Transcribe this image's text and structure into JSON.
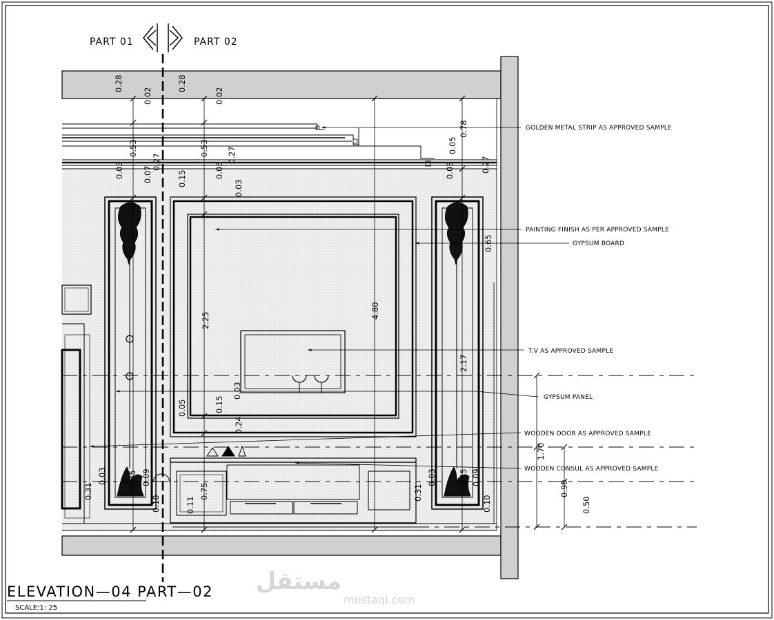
{
  "drawing": {
    "title": "ELEVATION—04 PART—02",
    "scale": "SCALE:1: 25",
    "part_left": "PART 01",
    "part_right": "PART 02"
  },
  "annotations": [
    "GOLDEN METAL STRIP AS APPROVED SAMPLE",
    "PAINTING FINISH AS PER APPROVED SAMPLE",
    "GYPSUM BOARD",
    "T.V AS  APPROVED SAMPLE",
    "GYPSUM PANEL",
    "WOODEN DOOR AS  APPROVED SAMPLE",
    "WOODEN CONSUL AS  APPROVED SAMPLE"
  ],
  "dimensions": {
    "top_left_1": "0.28",
    "top_left_2": "0.02",
    "top_mid_1": "0.28",
    "top_mid_2": "0.02",
    "cornice_left": "0.53",
    "cornice_mid": "0.53",
    "mid_027": "0.27",
    "left_003": "0.03",
    "left_007": "0.07",
    "left_027": "0.27",
    "frame_015": "0.15",
    "frame_005": "0.05",
    "frame_003": "0.03",
    "panel_height": "2.25",
    "total_height": "4.80",
    "right_005": "0.05",
    "right_078": "0.78",
    "right_003": "0.03",
    "right_027": "0.27",
    "right_065": "0.65",
    "right_217": "2.17",
    "bottom_005": "0.05",
    "bottom_015": "0.15",
    "bottom_003": "0.03",
    "bottom_024": "0.24",
    "left_045": "0.45",
    "left_009": "0.09",
    "left_031": "0.31",
    "left_0003": "0.03",
    "left_010": "0.10",
    "consul_011": "0.11",
    "consul_075": "0.75",
    "right_031": "0.31",
    "right_0003": "0.03",
    "right_045": "0.45",
    "right_009": "0.09",
    "right_010": "0.10",
    "level_170": "1.70",
    "level_090": "0.90",
    "level_050": "0.50"
  },
  "watermark": {
    "arabic": "مستقل",
    "site": "mostaql.com"
  }
}
